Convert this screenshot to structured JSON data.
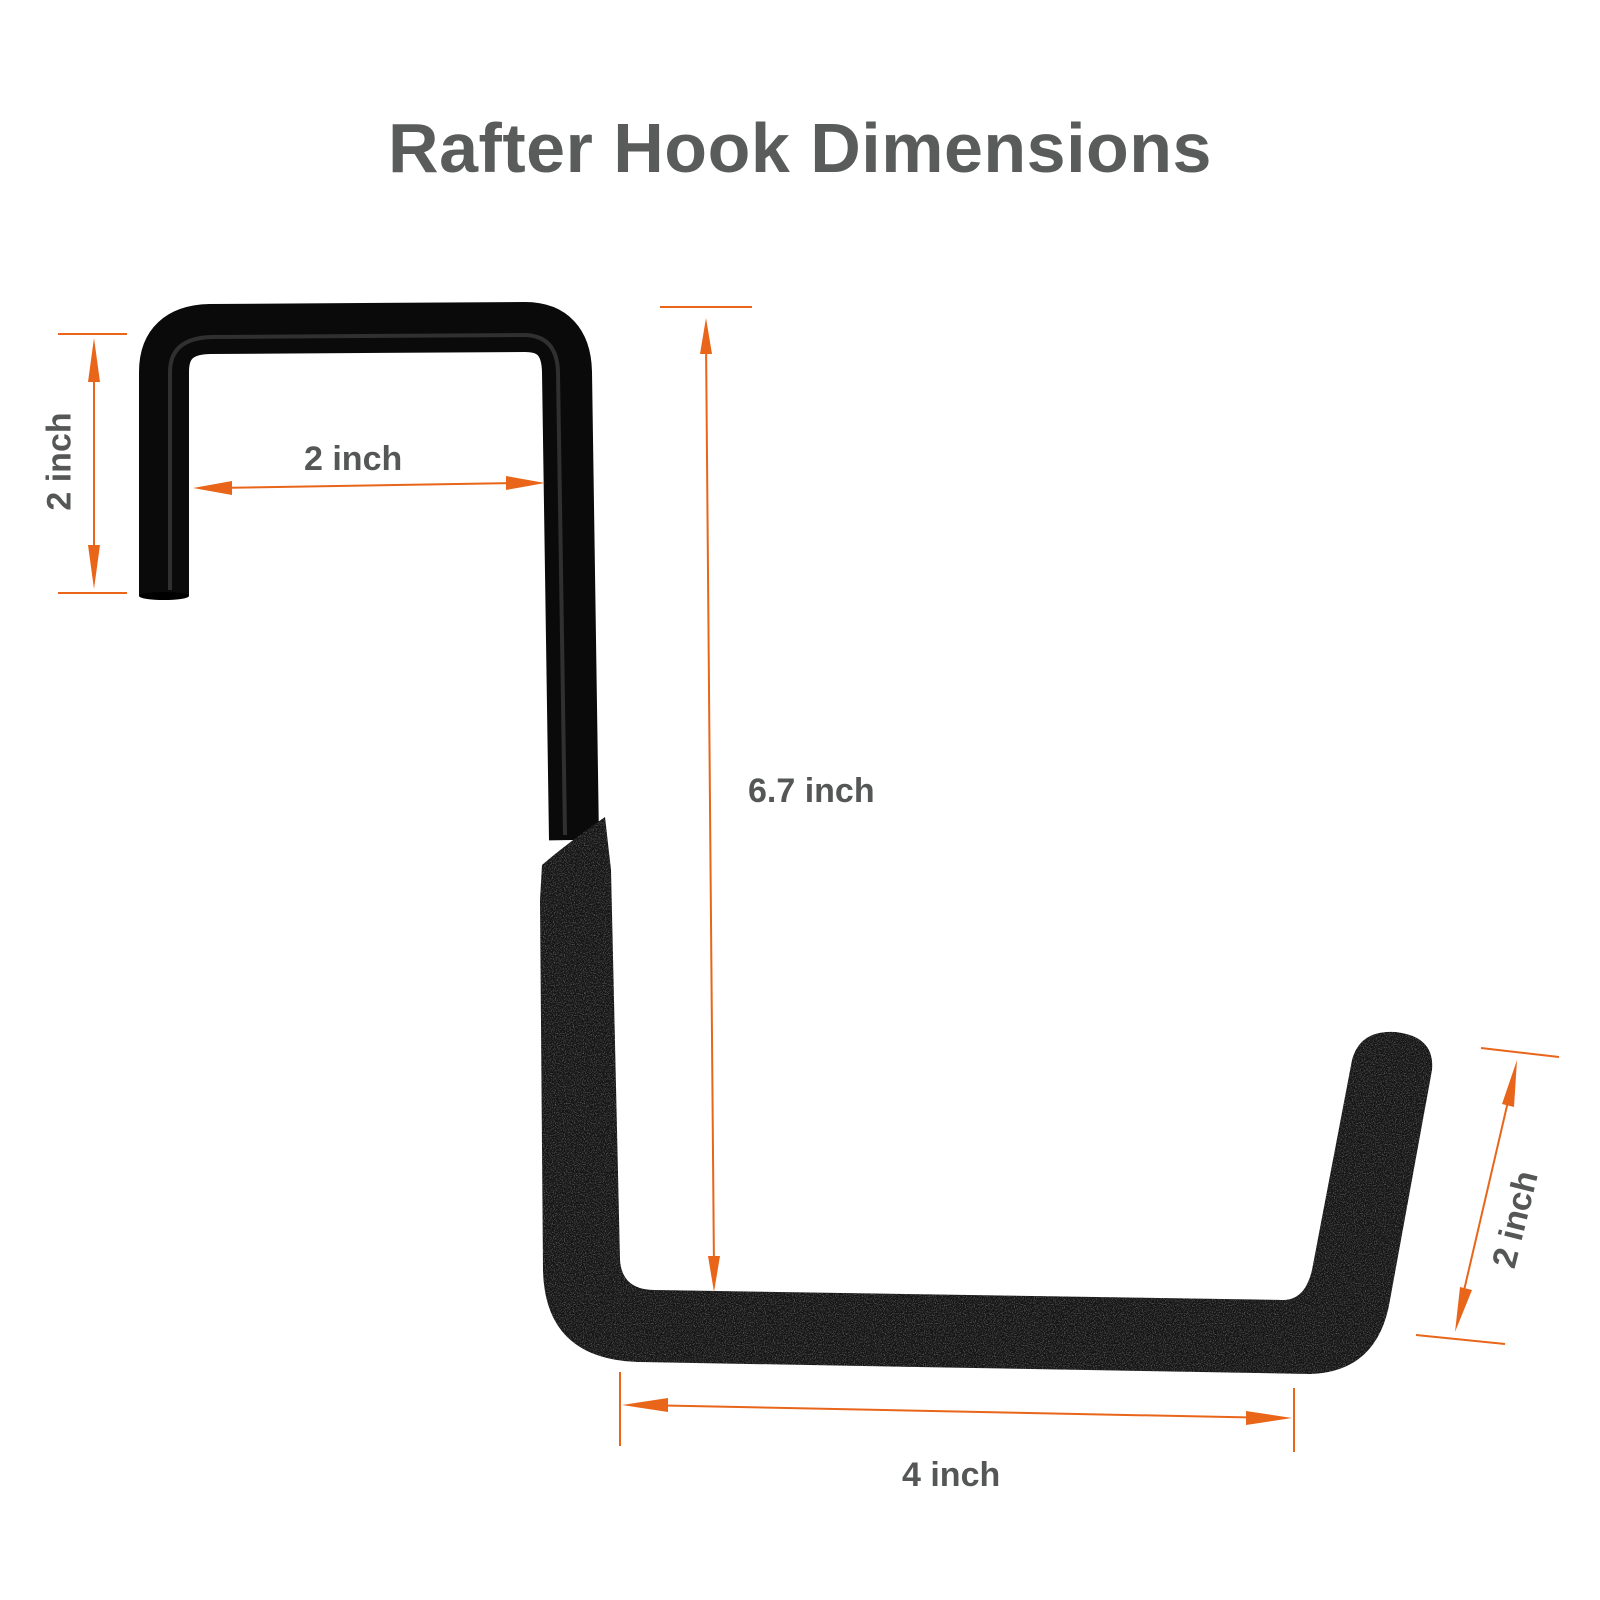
{
  "title": "Rafter Hook Dimensions",
  "colors": {
    "accent_orange": "#e8651a",
    "title_gray": "#5a5c5c",
    "label_gray": "#555757",
    "hook_black": "#111111",
    "foam_black": "#1a1a1a",
    "background": "#ffffff"
  },
  "dimensions": {
    "top_hook_height": "2 inch",
    "top_hook_width": "2 inch",
    "total_height": "6.7 inch",
    "bottom_width": "4 inch",
    "bottom_hook_height": "2 inch"
  },
  "product": {
    "name": "rafter-hook",
    "parts": [
      "steel-upper-hook",
      "foam-coated-lower-arm"
    ]
  }
}
